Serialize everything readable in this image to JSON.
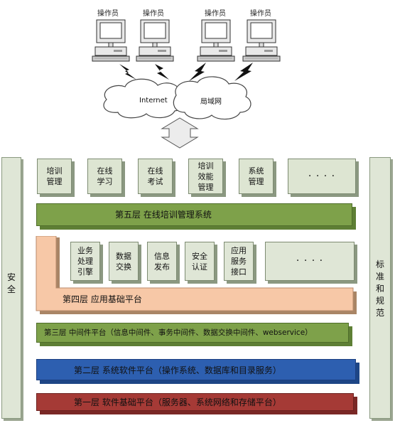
{
  "top": {
    "operators": [
      "操作员",
      "操作员",
      "操作员",
      "操作员"
    ],
    "internet_label": "Internet",
    "lan_label": "局域网"
  },
  "sidebars": {
    "left": "安\n全",
    "right": "标\n准\n和\n规\n范"
  },
  "layer5": {
    "modules": [
      "培训\n管理",
      "在线\n学习",
      "在线\n考试",
      "培训\n效能\n管理",
      "系统\n管理",
      "· · · ·"
    ],
    "title": "第五层  在线培训管理系统"
  },
  "layer4": {
    "modules": [
      "业务\n处理\n引擎",
      "数据\n交换",
      "信息\n发布",
      "安全\n认证",
      "应用\n服务\n接口",
      "· · · ·"
    ],
    "title": "第四层  应用基础平台"
  },
  "layer3": {
    "title": "第三层  中间件平台（信息中间件、事务中间件、数据交换中间件、webservice）"
  },
  "layer2": {
    "title": "第二层  系统软件平台（操作系统、数据库和目录服务）"
  },
  "layer1": {
    "title": "第一层  软件基础平台（服务器、系统网络和存储平台）"
  },
  "colors": {
    "green": "#7ea14a",
    "peach": "#f7c8a7",
    "blue": "#2d5fb0",
    "red": "#a53a36",
    "module_fill": "#dde5d2"
  },
  "icons": [
    "computer-icon",
    "lightning-icon",
    "cloud-icon",
    "double-arrow-icon"
  ]
}
